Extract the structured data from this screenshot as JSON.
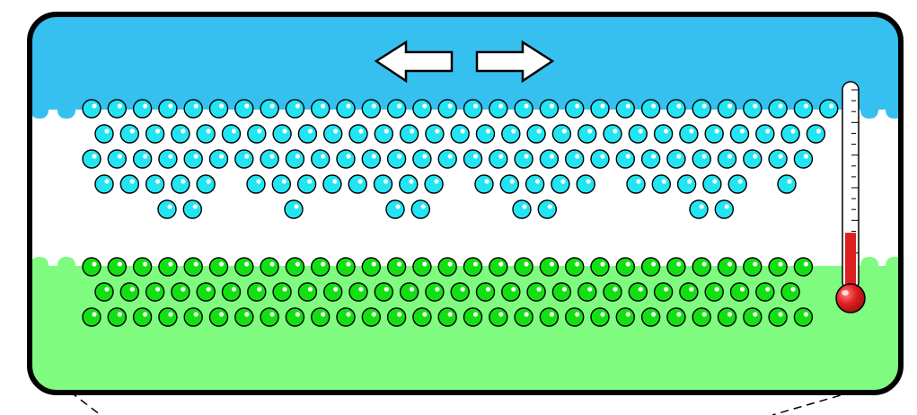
{
  "colors": {
    "top_layer": "#35c0ef",
    "bottom_layer": "#7ffb80",
    "middle_gap": "#ffffff",
    "frame_stroke": "#000000",
    "top_atom_fill": "#22e4f2",
    "bottom_atom_fill": "#12e012",
    "thermometer_liquid": "#dd1f1f",
    "arrow_fill": "#ffffff",
    "callout_line": "#000000"
  },
  "arrows": {
    "left": "arrow-left-icon",
    "right": "arrow-right-icon"
  },
  "thermometer": {
    "icon": "thermometer-icon",
    "level": 0.27
  },
  "top_atoms": {
    "rows": [
      {
        "count": 30
      },
      {
        "count": 29
      },
      {
        "count": 29
      },
      {
        "segments": [
          5,
          8,
          5,
          5,
          1
        ]
      },
      {
        "segments": [
          2,
          1,
          2,
          2,
          2
        ]
      }
    ]
  },
  "bottom_atoms": {
    "rows": [
      {
        "count": 29
      },
      {
        "count": 28
      },
      {
        "count": 29
      }
    ]
  }
}
